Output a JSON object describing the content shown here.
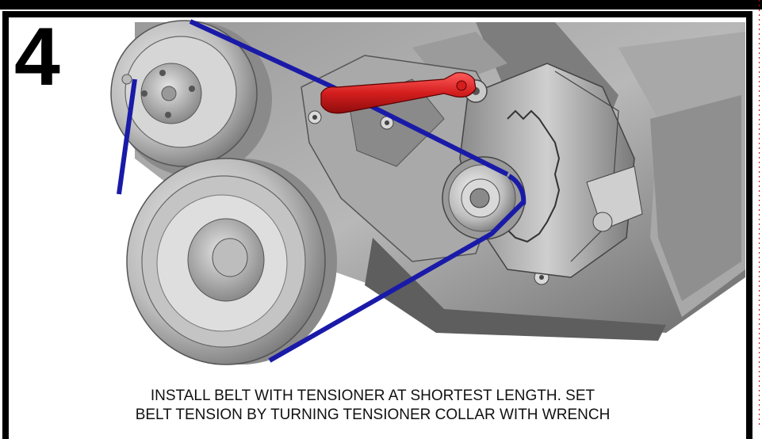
{
  "step": {
    "number": "4"
  },
  "caption": {
    "line1": "INSTALL BELT WITH TENSIONER AT SHORTEST LENGTH. SET",
    "line2": "BELT TENSION BY TURNING TENSIONER COLLAR WITH WRENCH"
  },
  "colors": {
    "belt": "#1a1aa8",
    "wrench": "#c81414",
    "metal_light": "#d8d8d8",
    "metal_dark": "#6e6e6e",
    "frame": "#000000"
  },
  "parts": {
    "upper_pulley": "water-pump-pulley",
    "lower_pulley": "crankshaft-pulley",
    "tensioner": "tensioner-pulley",
    "alternator": "alternator",
    "tool": "wrench"
  }
}
